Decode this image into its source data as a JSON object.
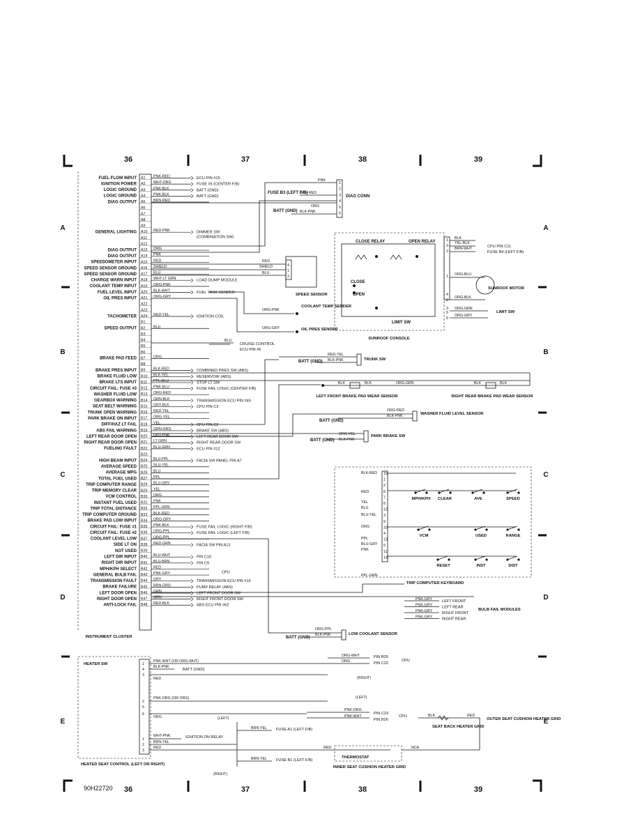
{
  "grid": {
    "columns": [
      "36",
      "37",
      "38",
      "39"
    ],
    "rows": [
      "A",
      "B",
      "C",
      "D",
      "E"
    ],
    "figure_id": "90H22720"
  },
  "cluster": {
    "caption": "INSTRUMENT CLUSTER",
    "pins": [
      {
        "pin": "A1",
        "label": "FUEL FLOW INPUT",
        "wire": "PNK-RED",
        "dest": "ECU PIN #15"
      },
      {
        "pin": "A2",
        "label": "IGNITION POWER",
        "wire": "WHT-ORG",
        "dest": "FUSE #6 (CENTER F/B)"
      },
      {
        "pin": "A3",
        "label": "LOGIC GROUND",
        "wire": "PNK-BLK",
        "dest": "BATT (GND)"
      },
      {
        "pin": "A4",
        "label": "LOGIC GROUND",
        "wire": "PNK-BLK",
        "dest": "BATT (GND)"
      },
      {
        "pin": "A5",
        "label": "DIAG OUTPUT",
        "wire": "BRN-RED",
        "dest": ""
      },
      {
        "pin": "A6",
        "label": "",
        "wire": "",
        "dest": ""
      },
      {
        "pin": "A7",
        "label": "",
        "wire": "",
        "dest": ""
      },
      {
        "pin": "A8",
        "label": "",
        "wire": "",
        "dest": ""
      },
      {
        "pin": "A9",
        "label": "",
        "wire": "",
        "dest": ""
      },
      {
        "pin": "A10",
        "label": "GENERAL LIGHTING",
        "wire": "RED-PNK",
        "dest": "DIMMER SW"
      },
      {
        "pin": "A11",
        "label": "",
        "wire": "",
        "dest": ""
      },
      {
        "pin": "A12",
        "label": "",
        "wire": "",
        "dest": ""
      },
      {
        "pin": "A13",
        "label": "DIAG OUTPUT",
        "wire": "ORG",
        "dest": ""
      },
      {
        "pin": "A14",
        "label": "DIAG OUTPUT",
        "wire": "PNK",
        "dest": ""
      },
      {
        "pin": "A15",
        "label": "SPEEDOMETER INPUT",
        "wire": "RED",
        "dest": ""
      },
      {
        "pin": "A16",
        "label": "SPEED SENSOR GROUND",
        "wire": "SHIELD",
        "dest": ""
      },
      {
        "pin": "A17",
        "label": "SPEED SENSOR GROUND",
        "wire": "BLU",
        "dest": ""
      },
      {
        "pin": "A18",
        "label": "CHARGE WARN INPUT",
        "wire": "WHT-LT GRN",
        "dest": "LOAD DUMP MODULE"
      },
      {
        "pin": "A19",
        "label": "COOLANT TEMP INPUT",
        "wire": "ORG-PNK",
        "dest": ""
      },
      {
        "pin": "A20",
        "label": "FUEL LEVEL INPUT",
        "wire": "BLK-WHT",
        "dest": "FUEL TANK SENDER"
      },
      {
        "pin": "A21",
        "label": "OIL PRES INPUT",
        "wire": "ORG-GRY",
        "dest": ""
      },
      {
        "pin": "A22",
        "label": "",
        "wire": "",
        "dest": ""
      },
      {
        "pin": "A23",
        "label": "",
        "wire": "",
        "dest": ""
      },
      {
        "pin": "A24",
        "label": "TACHOMETER",
        "wire": "RED-YEL",
        "dest": "IGNITION COIL"
      },
      {
        "pin": "B1",
        "label": "",
        "wire": "",
        "dest": ""
      },
      {
        "pin": "B2",
        "label": "SPEED OUTPUT",
        "wire": "BLU",
        "dest": ""
      },
      {
        "pin": "B3",
        "label": "",
        "wire": "",
        "dest": ""
      },
      {
        "pin": "B4",
        "label": "",
        "wire": "",
        "dest": ""
      },
      {
        "pin": "B5",
        "label": "",
        "wire": "",
        "dest": ""
      },
      {
        "pin": "B6",
        "label": "",
        "wire": "",
        "dest": ""
      },
      {
        "pin": "B7",
        "label": "BRAKE PAD FEED",
        "wire": "ORG",
        "dest": ""
      },
      {
        "pin": "B8",
        "label": "",
        "wire": "",
        "dest": ""
      },
      {
        "pin": "B9",
        "label": "BRAKE PRES INPUT",
        "wire": "BLK-RED",
        "dest": "COMBINED PRES SW (ABS)"
      },
      {
        "pin": "B10",
        "label": "BRAKE FLUID LOW",
        "wire": "BLK-YEL",
        "dest": "RESERVOIR (ABS)"
      },
      {
        "pin": "B11",
        "label": "BRAKE LTS INPUT",
        "wire": "PPL-BLU",
        "dest": "STOP LT SW"
      },
      {
        "pin": "B12",
        "label": "CIRCUIT FAIL: FUSE #3",
        "wire": "PNK-BLU",
        "dest": "FUSE FAIL LOGIC (CENTER F/B)"
      },
      {
        "pin": "B13",
        "label": "WASHER FLUID LOW",
        "wire": "ORG-RED",
        "dest": ""
      },
      {
        "pin": "B14",
        "label": "GEARBOX WARNING",
        "wire": "GRN-BLK",
        "dest": "TRANSMISSION ECU PIN #49"
      },
      {
        "pin": "B15",
        "label": "SEAT BELT WARNING",
        "wire": "GRY-BLK",
        "dest": "CPU PIN C3"
      },
      {
        "pin": "B16",
        "label": "TRUNK OPEN WARNING",
        "wire": "RED-YEL",
        "dest": ""
      },
      {
        "pin": "B17",
        "label": "PARK BRAKE ON INPUT",
        "wire": "ORG-YEL",
        "dest": ""
      },
      {
        "pin": "B18",
        "label": "DIFF/HAZ LT FAIL",
        "wire": "YEL",
        "dest": "CPU PIN C2"
      },
      {
        "pin": "B19",
        "label": "ABS FAIL WARNING",
        "wire": "GRN-ORG",
        "dest": "BRAKE SW (ABS)"
      },
      {
        "pin": "B20",
        "label": "LEFT REAR DOOR OPEN",
        "wire": "GRY-PNK",
        "dest": "LEFT REAR DOOR SW"
      },
      {
        "pin": "B21",
        "label": "RIGHT REAR DOOR OPEN",
        "wire": "LT GRN",
        "dest": "RIGHT REAR DOOR SW"
      },
      {
        "pin": "B22",
        "label": "FUELING FAULT",
        "wire": "BLU-GRN",
        "dest": "ECU PIN #12"
      },
      {
        "pin": "B23",
        "label": "",
        "wire": "",
        "dest": ""
      },
      {
        "pin": "B24",
        "label": "HIGH BEAM INPUT",
        "wire": "BLU-PPL",
        "dest": "FACIA SW PANEL PIN A7"
      },
      {
        "pin": "B25",
        "label": "AVERAGE SPEED",
        "wire": "SLU-YEL",
        "dest": ""
      },
      {
        "pin": "B26",
        "label": "AVERAGE MPG",
        "wire": "BLU",
        "dest": ""
      },
      {
        "pin": "B27",
        "label": "TOTAL FUEL USED",
        "wire": "PPL",
        "dest": ""
      },
      {
        "pin": "B28",
        "label": "TRIP COMPUTER RANGE",
        "wire": "BLU-GRY",
        "dest": ""
      },
      {
        "pin": "B29",
        "label": "TRIP MEMORY CLEAR",
        "wire": "YEL",
        "dest": ""
      },
      {
        "pin": "B30",
        "label": "VCM CONTROL",
        "wire": "ORG",
        "dest": ""
      },
      {
        "pin": "B31",
        "label": "INSTANT FUEL USED",
        "wire": "PNK",
        "dest": ""
      },
      {
        "pin": "B32",
        "label": "TRIP TOTAL DISTANCE",
        "wire": "PPL-GRN",
        "dest": ""
      },
      {
        "pin": "B33",
        "label": "TRIP COMPUTER GROUND",
        "wire": "BLK-RED",
        "dest": ""
      },
      {
        "pin": "B34",
        "label": "BRAKE PAD LOW INPUT",
        "wire": "ORG-GRY",
        "dest": ""
      },
      {
        "pin": "B35",
        "label": "CIRCUIT FAIL: FUSE #1",
        "wire": "PNK-BLK",
        "dest": "FUSE FAIL LOGIC (RIGHT F/B)"
      },
      {
        "pin": "B36",
        "label": "CIRCUIT FAIL: FUSE #2",
        "wire": "ORG-PPL",
        "dest": "FUSE FAIL LOGIC (LEFT F/B)"
      },
      {
        "pin": "B37",
        "label": "COOLANT LEVEL LOW",
        "wire": "ORG-PPL",
        "dest": ""
      },
      {
        "pin": "B38",
        "label": "SIDE LT ON",
        "wire": "RED-GRN",
        "dest": "FACIA SW PIN A13"
      },
      {
        "pin": "B39",
        "label": "NOT USED",
        "wire": "",
        "dest": ""
      },
      {
        "pin": "B40",
        "label": "LEFT DIR INPUT",
        "wire": "BLU-WHT",
        "dest": "PIN C10"
      },
      {
        "pin": "B41",
        "label": "RIGHT DIR INPUT",
        "wire": "BLU-BRN",
        "dest": "PIN C9"
      },
      {
        "pin": "B42",
        "label": "MPH/KPH SELECT",
        "wire": "RED",
        "dest": ""
      },
      {
        "pin": "B43",
        "label": "GENERAL BULB FAIL",
        "wire": "PNK-GRY",
        "dest": ""
      },
      {
        "pin": "B44",
        "label": "TRANSMISSION FAULT",
        "wire": "GRY",
        "dest": "TRANSMISSION ECU PIN #16"
      },
      {
        "pin": "B45",
        "label": "BRAKE FAILURE",
        "wire": "BRN-ORG",
        "dest": "PUMP RELAY (ABS)"
      },
      {
        "pin": "B46",
        "label": "LEFT DOOR OPEN",
        "wire": "GRN",
        "dest": "LEFT FRONT DOOR SW"
      },
      {
        "pin": "B47",
        "label": "RIGHT DOOR OPEN",
        "wire": "GRN",
        "dest": "RIGHT FRONT DOOR SW"
      },
      {
        "pin": "B48",
        "label": "ANTI-LOCK FAIL",
        "wire": "RED-BLK",
        "dest": "ABS ECU PIN #62"
      }
    ],
    "dimmer_sub": "(COMBINATION SW)",
    "cpu_label": "CPU"
  },
  "diag_conn": {
    "label": "DIAG CONN",
    "pins": [
      "1",
      "2",
      "3",
      "4",
      "5",
      "6"
    ],
    "pnk": "PNK",
    "fuse": "FUSE B3 (LEFT F/B)",
    "brn_red": "BRN-RED",
    "org": "ORG",
    "batt": "BATT (GND)",
    "blk_pnk": "BLK-PNK"
  },
  "speed_sensor": {
    "label": "SPEED SENSOR",
    "wires": [
      "RED",
      "SHIELD",
      "BLU"
    ],
    "pins": [
      "4",
      "1",
      "3"
    ]
  },
  "coolant": {
    "wire": "ORG-PNK",
    "label": "COOLANT TEMP SENDER"
  },
  "oil": {
    "wire": "ORG-GRY",
    "label": "OIL PRES SENDER"
  },
  "cruise": {
    "wire": "BLU",
    "dest1": "CRUISE CONTROL",
    "dest2": "ECU PIN #6"
  },
  "sunroof": {
    "caption": "SUNROOF CONSOLE",
    "close_relay": "CLOSE RELAY",
    "open_relay": "OPEN RELAY",
    "close": "CLOSE",
    "open": "OPEN",
    "limit_sw_inner": "LIMIT SW",
    "pins": [
      "1",
      "3",
      "2",
      "1",
      "4",
      "2",
      "3",
      "5",
      "6"
    ],
    "wires": {
      "blk": "BLK",
      "yel_blk": "YEL-BLK",
      "brn_wht": "BRN-WHT",
      "org_blu": "ORG-BLU",
      "org_blk": "ORG-BLK",
      "org_grn": "ORG-GRN",
      "org_gry": "ORG-GRY"
    },
    "cpu": "CPU PIN C11",
    "fuse": "FUSE B4 (LEFT F/B)",
    "motor": "SUNROOF MOTOR",
    "limit_sw": "LIMIT SW"
  },
  "trunk": {
    "batt": "BATT (GND)",
    "wire1": "RED-YEL",
    "wire2": "BLK-PNK",
    "label": "TRUNK SW"
  },
  "brake_pads": {
    "blk": "BLK",
    "org_grn": "ORG-GRN",
    "left": "LEFT FRONT BRAKE PAD WEAR SENSOR",
    "right": "RIGHT REAR BRAKE PAD WEAR SENSOR"
  },
  "washer": {
    "batt": "BATT (GND)",
    "wire1": "ORG-RED",
    "wire2": "BLK-PNK",
    "label": "WASHER FLUID LEVEL SENSOR"
  },
  "park": {
    "batt": "BATT (GND)",
    "wire1": "ORG-YEL",
    "wire2": "BLK-PNK",
    "label": "PARK BRAKE SW"
  },
  "keyboard": {
    "caption": "TRIP COMPUTER KEYBOARD",
    "pins": [
      "15",
      "1",
      "2",
      "6",
      "7",
      "8",
      "12",
      "3",
      "9",
      "10",
      "4",
      "13",
      "5",
      "11",
      "14"
    ],
    "buttons": [
      "MPH/KPH",
      "CLEAR",
      "AVE",
      "SPEED",
      "VCM",
      "USED",
      "RANGE",
      "RESET",
      "INST",
      "DIST"
    ],
    "wires": [
      "BLK-RED",
      "RED",
      "YEL",
      "BLU",
      "BLU-YEL",
      "ORG",
      "PPL",
      "BLU-GRY",
      "PNK",
      "PPL-GRN"
    ]
  },
  "bulb": {
    "wire": "PNK-GRY",
    "items": [
      "LEFT FRONT",
      "LEFT REAR",
      "RIGHT FRONT",
      "RIGHT REAR"
    ],
    "label": "BULB FAIL MODULES"
  },
  "coolant_low": {
    "wire1": "ORG-PPL",
    "wire2": "BLK-PNK",
    "batt": "BATT (GND)",
    "label": "LOW COOLANT SENSOR"
  },
  "heated_seat": {
    "caption": "HEATED SEAT CONTROL (LEFT OR RIGHT)",
    "heater_sw": "HEATER SW",
    "pins_top": [
      "1",
      "4",
      "3",
      "2",
      "5",
      "6"
    ],
    "pins_bot": [
      "1",
      "2",
      "3"
    ],
    "wires": {
      "w1": "PNK-WHT (OR ORG-WHT)",
      "w4": "BLK-PNK",
      "w3": "RED",
      "w2": "PNK-ORG (OR ORG)",
      "w6": "ORG",
      "b1": "WHT-PNK",
      "b2": "BRN-YEL",
      "b3": "RED"
    },
    "batt": "BATT (GND)",
    "ignition": "IGNITION ON RELAY",
    "org_wht": "ORG-WHT",
    "org": "ORG",
    "pin_b25": "PIN B25",
    "pin_c22": "PIN C22",
    "pin_c23": "PIN C23",
    "pin_b26": "PIN B26",
    "pnk_org": "PNK-ORG",
    "pnk_wht": "PNK-WHT",
    "cpu": "CPU",
    "right": "(RIGHT)",
    "left": "(LEFT)",
    "left2": "(LEFT)",
    "right2": "(RIGHT)",
    "brn_yel": "BRN-YEL",
    "fuse_a1": "FUSE A1 (LEFT F/B)",
    "fuse_b1": "FUSE B1 (LEFT F/B)",
    "red": "RED",
    "thermostat": "THERMOSTAT",
    "nca": "NCA",
    "inner_seat": "INNER SEAT CUSHION HEATER GRID",
    "seat_back": "SEAT BACK HEATER GRID",
    "outer_seat": "OUTER SEAT CUSHION HEATER GRID",
    "blk": "BLK"
  }
}
